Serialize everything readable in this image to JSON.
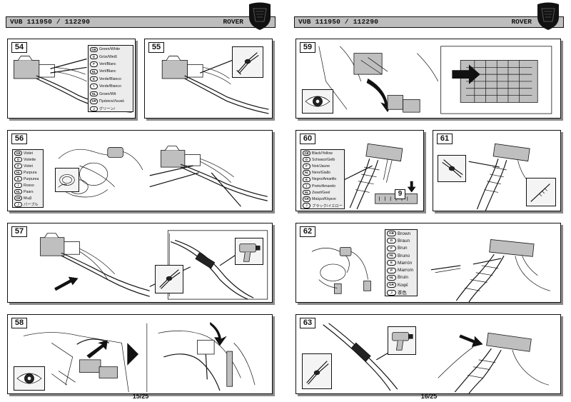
{
  "document": {
    "title": "VUB 111950 / 112290",
    "brand": "ROVER"
  },
  "pages": [
    {
      "number": "15/25"
    },
    {
      "number": "16/25"
    }
  ],
  "steps": {
    "s54": "54",
    "s55": "55",
    "s56": "56",
    "s57": "57",
    "s58": "58",
    "s59": "59",
    "s60": "60",
    "s61": "61",
    "s62": "62",
    "s63": "63"
  },
  "connector_label": "9",
  "legend_green": [
    {
      "code": "GB",
      "text": "Green/White"
    },
    {
      "code": "D",
      "text": "Grün/Weiß"
    },
    {
      "code": "F",
      "text": "Vert/Blanc"
    },
    {
      "code": "NL",
      "text": "Vert/Blanc"
    },
    {
      "code": "E",
      "text": "Verde/Blanco"
    },
    {
      "code": "I",
      "text": "Verde/Bianco"
    },
    {
      "code": "NL",
      "text": "Groen/Wit"
    },
    {
      "code": "GR",
      "text": "Πράσινο/Λευκό"
    },
    {
      "code": "J",
      "text": "グリーン/"
    }
  ],
  "legend_violet": [
    {
      "code": "GB",
      "text": "Violet"
    },
    {
      "code": "D",
      "text": "Violette"
    },
    {
      "code": "F",
      "text": "Violet"
    },
    {
      "code": "NL",
      "text": "Purpura"
    },
    {
      "code": "E",
      "text": "Purpurea"
    },
    {
      "code": "I",
      "text": "Rosso"
    },
    {
      "code": "NL",
      "text": "Paars"
    },
    {
      "code": "GR",
      "text": "Μωβ"
    },
    {
      "code": "J",
      "text": "パープル"
    }
  ],
  "legend_black": [
    {
      "code": "GB",
      "text": "Black/Yellow"
    },
    {
      "code": "D",
      "text": "Schwarz/Gelb"
    },
    {
      "code": "F",
      "text": "Noir/Jaune"
    },
    {
      "code": "NL",
      "text": "Nero/Giallo"
    },
    {
      "code": "E",
      "text": "Negro/Amarillo"
    },
    {
      "code": "I",
      "text": "Preto/Amarelo"
    },
    {
      "code": "NL",
      "text": "Zwart/Geel"
    },
    {
      "code": "GR",
      "text": "Μαύρο/Κίτρινο"
    },
    {
      "code": "J",
      "text": "ブラック/イエロー"
    }
  ],
  "legend_brown": [
    {
      "code": "GB",
      "text": "Brown"
    },
    {
      "code": "D",
      "text": "Braun"
    },
    {
      "code": "F",
      "text": "Brun"
    },
    {
      "code": "NL",
      "text": "Bruno"
    },
    {
      "code": "E",
      "text": "Marrón"
    },
    {
      "code": "P",
      "text": "Marrom"
    },
    {
      "code": "NL",
      "text": "Bruin"
    },
    {
      "code": "GR",
      "text": "Καφέ"
    },
    {
      "code": "J",
      "text": "茶色"
    }
  ]
}
